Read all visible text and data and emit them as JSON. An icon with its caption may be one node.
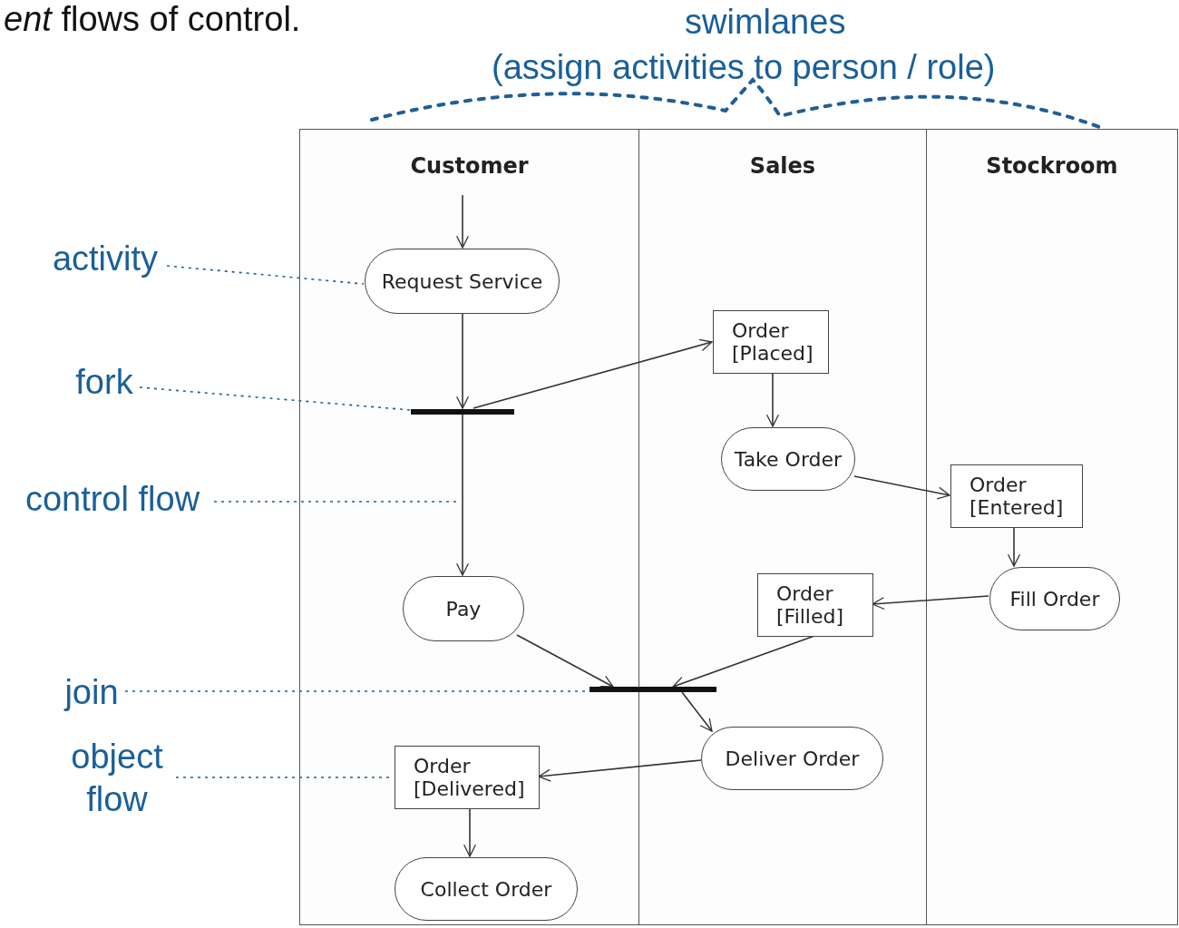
{
  "diagram": {
    "nodes": [
      {
        "text": [
          "Customer"
        ]
      },
      {
        "text": [
          "Sales"
        ]
      },
      {
        "text": [
          "Stockroom"
        ]
      },
      {
        "text": [
          "Request Service"
        ],
        "in": 0
      },
      {
        "text": [],
        "shape": "bar",
        "in": 0
      },
      {
        "text": [
          "Order [Placed]"
        ],
        "in": 1
      },
      {
        "text": [
          "Take Order"
        ],
        "in": 1
      },
      {
        "text": [
          "Order [Entered]"
        ],
        "in": 2
      },
      {
        "text": [
          "Fill Order"
        ],
        "in": 2
      },
      {
        "text": [
          "Order [Filled]"
        ],
        "in": 1
      },
      {
        "text": [
          "Pay"
        ],
        "in": 0
      },
      {
        "text": [],
        "shape": "bar"
      },
      {
        "text": [
          "Deliver Order"
        ],
        "in": 1
      },
      {
        "text": [
          "Order [Delivered]"
        ],
        "in": 0
      },
      {
        "text": [
          "Collect Order"
        ],
        "in": 0
      },
      {
        "text": [
          "activity"
        ]
      },
      {
        "text": [
          "fork"
        ]
      },
      {
        "text": [
          "control flow"
        ]
      },
      {
        "text": [
          "join"
        ]
      },
      {
        "text": [
          "object flow"
        ]
      }
    ],
    "edges": [
      {
        "from": null,
        "to": 3,
        "arrow": "to"
      },
      {
        "from": 3,
        "to": 4,
        "arrow": "to"
      },
      {
        "from": 4,
        "to": 5,
        "arrow": "to"
      },
      {
        "from": 5,
        "to": 6,
        "arrow": "to"
      },
      {
        "from": 6,
        "to": 7,
        "arrow": "to"
      },
      {
        "from": 7,
        "to": 8,
        "arrow": "to"
      },
      {
        "from": 8,
        "to": 9,
        "arrow": "to"
      },
      {
        "from": 4,
        "to": 10,
        "arrow": "to"
      },
      {
        "from": 10,
        "to": 11,
        "arrow": "to"
      },
      {
        "from": 9,
        "to": 11,
        "arrow": "to"
      },
      {
        "from": 11,
        "to": 12,
        "arrow": "to"
      },
      {
        "from": 12,
        "to": 13,
        "arrow": "to"
      },
      {
        "from": 13,
        "to": 14,
        "arrow": "to"
      },
      {
        "from": 15,
        "to": 3,
        "arrow": "none",
        "style": "dashed",
        "color": "#1f5f96"
      },
      {
        "from": 16,
        "to": 4,
        "arrow": "none",
        "style": "dashed",
        "color": "#1f5f96"
      },
      {
        "from": 17,
        "to": null,
        "arrow": "none",
        "style": "dashed",
        "color": "#1f5f96"
      },
      {
        "from": 18,
        "to": 11,
        "arrow": "none",
        "style": "dashed",
        "color": "#1f5f96"
      },
      {
        "from": 19,
        "to": 13,
        "arrow": "none",
        "style": "dashed",
        "color": "#1f5f96"
      }
    ],
    "labels": [
      "*ent* flows of control.",
      "swimlanes",
      "(assign activities to person / role)"
    ]
  }
}
